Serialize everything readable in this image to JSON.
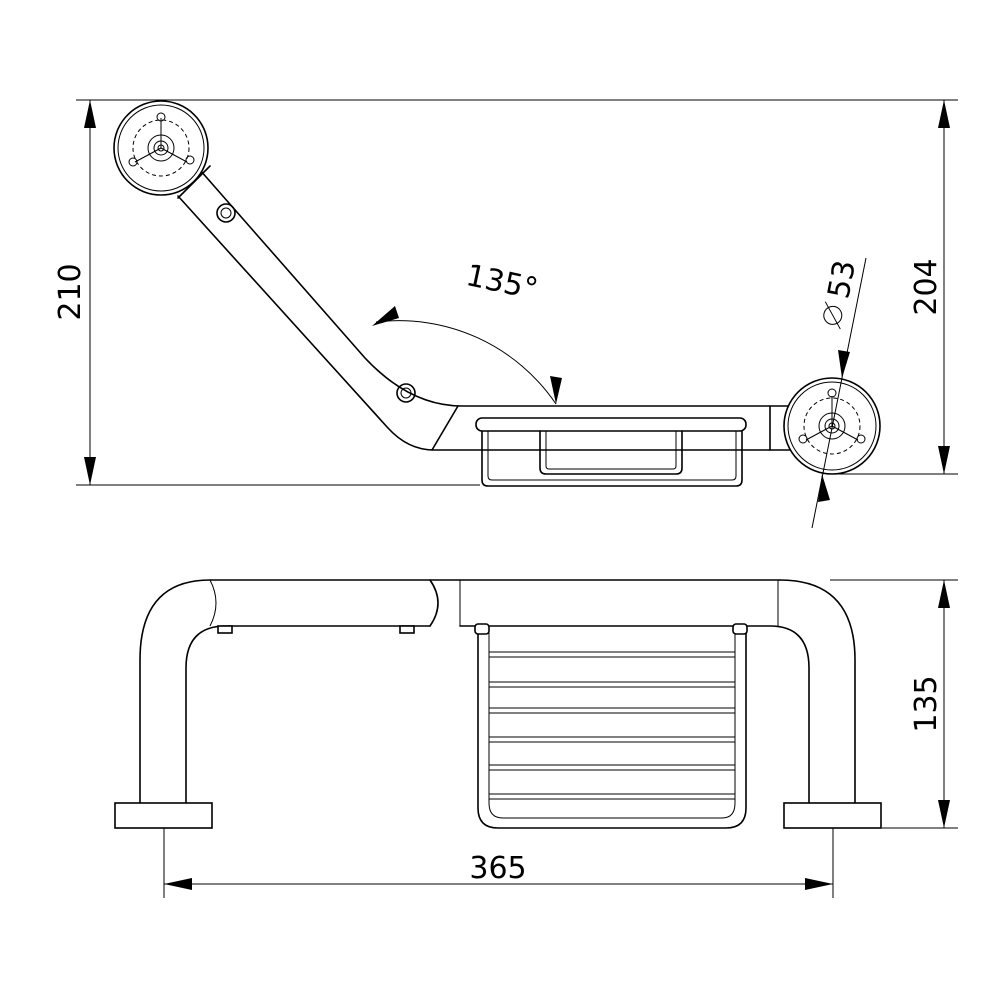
{
  "dimensions": {
    "total_height": "210",
    "right_height": "204",
    "angle": "135°",
    "diameter": "53",
    "front_height": "135",
    "width": "365"
  }
}
